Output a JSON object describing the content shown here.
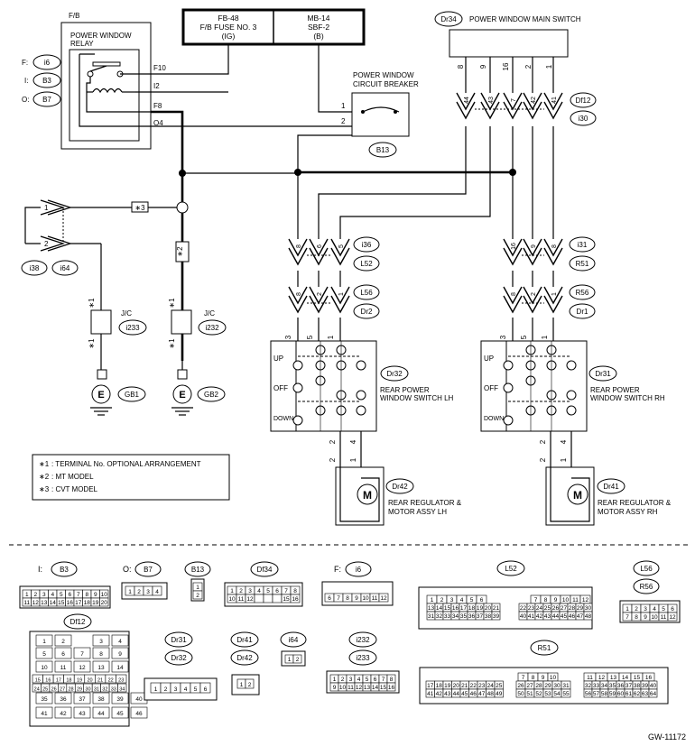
{
  "fuse_box": {
    "left_code": "FB-48",
    "left_name": "F/B FUSE NO. 3",
    "left_sub": "(IG)",
    "right_code": "MB-14",
    "right_name": "SBF-2",
    "right_sub": "(B)"
  },
  "relay": {
    "fb_label": "F/B",
    "title_line1": "POWER WINDOW",
    "title_line2": "RELAY",
    "pins": [
      "F10",
      "I2",
      "F8",
      "O4"
    ],
    "refs": [
      {
        "letter": "F:",
        "code": "i6"
      },
      {
        "letter": "I:",
        "code": "B3"
      },
      {
        "letter": "O:",
        "code": "B7"
      }
    ]
  },
  "breaker": {
    "line1": "POWER WINDOW",
    "line2": "CIRCUIT BREAKER",
    "pins": [
      "1",
      "2"
    ],
    "code": "B13"
  },
  "main_switch": {
    "code": "Dr34",
    "title": "POWER WINDOW MAIN SWITCH",
    "pins": [
      "8",
      "9",
      "16",
      "2",
      "1"
    ]
  },
  "df12": {
    "codes": [
      "Df12",
      "i30"
    ],
    "pins": [
      "44",
      "43",
      "7",
      "42",
      "41"
    ]
  },
  "lh_upper": {
    "codes": [
      "i36",
      "L52"
    ],
    "pins": [
      "8",
      "6",
      "5"
    ]
  },
  "lh_lower": {
    "codes": [
      "L56",
      "Dr2"
    ],
    "pins": [
      "8",
      "2",
      "1"
    ]
  },
  "rh_upper": {
    "codes": [
      "i31",
      "R51"
    ],
    "pins": [
      "16",
      "9",
      "8"
    ]
  },
  "rh_lower": {
    "codes": [
      "R56",
      "Dr1"
    ],
    "pins": [
      "8",
      "2",
      "1"
    ]
  },
  "lh_switch": {
    "code": "Dr32",
    "line1": "REAR POWER",
    "line2": "WINDOW SWITCH LH",
    "pins": [
      "3",
      "5",
      "1"
    ],
    "positions": [
      "UP",
      "OFF",
      "DOWN"
    ]
  },
  "rh_switch": {
    "code": "Dr31",
    "line1": "REAR POWER",
    "line2": "WINDOW SWITCH RH",
    "pins": [
      "3",
      "5",
      "1"
    ],
    "positions": [
      "UP",
      "OFF",
      "DOWN"
    ]
  },
  "lh_motor": {
    "code": "Dr42",
    "line1": "REAR REGULATOR &",
    "line2": "MOTOR ASSY LH",
    "pins": [
      "2",
      "4",
      "2",
      "1"
    ]
  },
  "rh_motor": {
    "code": "Dr41",
    "line1": "REAR REGULATOR &",
    "line2": "MOTOR ASSY RH",
    "pins": [
      "2",
      "4",
      "2",
      "1"
    ]
  },
  "left_conn": {
    "pins": [
      "1",
      "2"
    ],
    "codes": [
      "i38",
      "i64"
    ],
    "star": "∗3"
  },
  "jc": [
    {
      "label": "J/C",
      "code": "i233",
      "stars": [
        "∗1",
        "∗1"
      ],
      "ground": "GB1"
    },
    {
      "label": "J/C",
      "code": "i232",
      "stars": [
        "∗1",
        "∗1"
      ],
      "star_mid": "∗2",
      "ground": "GB2"
    }
  ],
  "ground_letter": "E",
  "motor_letter": "M",
  "legend": [
    {
      "mark": "∗1",
      "text": ": TERMINAL No. OPTIONAL ARRANGEMENT"
    },
    {
      "mark": "∗2",
      "text": ": MT MODEL"
    },
    {
      "mark": "∗3",
      "text": ": CVT MODEL"
    }
  ],
  "connector_labels": {
    "B3": "B3",
    "B7": "B7",
    "B13": "B13",
    "Df34": "Df34",
    "i6": "i6",
    "L52": "L52",
    "L56": "L56",
    "R56": "R56",
    "Df12": "Df12",
    "Dr31": "Dr31",
    "Dr32": "Dr32",
    "Dr41": "Dr41",
    "Dr42": "Dr42",
    "i64": "i64",
    "i232": "i232",
    "i233": "i233",
    "R51": "R51"
  },
  "connector_prefixes": {
    "I": "I:",
    "O": "O:",
    "F": "F:"
  },
  "pinouts": {
    "b3": [
      [
        "1",
        "2",
        "3",
        "4",
        "5",
        "6",
        "7",
        "8",
        "9",
        "10"
      ],
      [
        "11",
        "12",
        "13",
        "14",
        "15",
        "16",
        "17",
        "18",
        "19",
        "20"
      ]
    ],
    "b7": [
      "1",
      "2",
      "3",
      "4"
    ],
    "b13": [
      "1",
      "2"
    ],
    "df34_top": [
      "1",
      "2",
      "3",
      "4",
      "5",
      "6",
      "7",
      "8"
    ],
    "df34_bot": [
      "10",
      "11",
      "12",
      "",
      "",
      "",
      "15",
      "16"
    ],
    "i6": [
      [
        "1",
        "2",
        "3",
        "4",
        "5"
      ],
      [
        "6",
        "7",
        "8",
        "9",
        "10",
        "11",
        "12"
      ]
    ],
    "l52": [
      [
        "1",
        "2",
        "3",
        "4",
        "5",
        "6",
        "",
        "7",
        "8",
        "9",
        "10",
        "11",
        "12"
      ],
      [
        "13",
        "14",
        "15",
        "16",
        "17",
        "18",
        "19",
        "20",
        "21",
        "22",
        "23",
        "24",
        "25",
        "26",
        "27",
        "28",
        "29",
        "30"
      ],
      [
        "31",
        "32",
        "33",
        "34",
        "35",
        "36",
        "37",
        "38",
        "39",
        "40",
        "41",
        "42",
        "43",
        "44",
        "45",
        "46",
        "47",
        "48"
      ]
    ],
    "l56": [
      [
        "1",
        "2",
        "3",
        "4",
        "5",
        "6"
      ],
      [
        "7",
        "8",
        "9",
        "10",
        "11",
        "12"
      ]
    ],
    "df12": [
      [
        "1",
        "2",
        "",
        "3",
        "4"
      ],
      [
        "5",
        "6",
        "7",
        "8",
        "9"
      ],
      [
        "10",
        "11",
        "12",
        "13",
        "14"
      ],
      [
        "15",
        "16",
        "17",
        "18",
        "19",
        "20",
        "21",
        "22",
        "23"
      ],
      [
        "24",
        "25",
        "26",
        "27",
        "28",
        "29",
        "30",
        "31",
        "32",
        "33",
        "34"
      ],
      [
        "35",
        "36",
        "37",
        "38",
        "39",
        "40"
      ],
      [
        "41",
        "42",
        "43",
        "44",
        "45",
        "46"
      ]
    ],
    "dr32": [
      "1",
      "2",
      "3",
      "4",
      "5",
      "6"
    ],
    "dr42": [
      "1",
      "2"
    ],
    "i64": [
      "1",
      "2"
    ],
    "i232": [
      [
        "1",
        "2",
        "3",
        "4",
        "5",
        "6",
        "7",
        "8"
      ],
      [
        "9",
        "10",
        "11",
        "12",
        "13",
        "14",
        "15",
        "16"
      ]
    ],
    "r51_top": [
      "1",
      "2",
      "3",
      "4",
      "5",
      "6",
      "7",
      "8",
      "9",
      "10",
      "11",
      "12",
      "13",
      "14",
      "15",
      "16"
    ],
    "r51_mid": [
      "17",
      "18",
      "19",
      "20",
      "21",
      "22",
      "23",
      "24",
      "25",
      "26",
      "27",
      "28",
      "29",
      "30",
      "31",
      "32",
      "33",
      "34",
      "35",
      "36",
      "37",
      "38",
      "39",
      "40"
    ],
    "r51_bot": [
      "41",
      "42",
      "43",
      "44",
      "45",
      "46",
      "47",
      "48",
      "49",
      "50",
      "51",
      "52",
      "53",
      "54",
      "55",
      "56",
      "57",
      "58",
      "59",
      "60",
      "61",
      "62",
      "63",
      "64"
    ]
  },
  "figure_id": "GW-11172"
}
